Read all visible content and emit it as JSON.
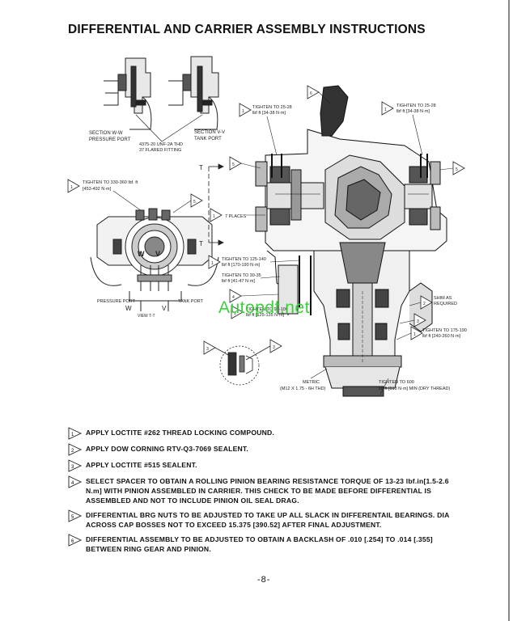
{
  "document": {
    "title": "DIFFERENTIAL AND CARRIER ASSEMBLY INSTRUCTIONS",
    "page_number": "-8-",
    "watermark": "Autopdf.net"
  },
  "figure": {
    "section_ww": "SECTION W-W",
    "pressure_port_top": "PRESSURE PORT",
    "fitting_spec_line1": "4375-20 UNF-2A THD",
    "fitting_spec_line2": "37 FLARED FITTING",
    "section_vv": "SECTION V-V",
    "tank_port_top": "TANK PORT",
    "tighten_330": "TIGHTEN TO 330-360 lbf. ft",
    "tighten_330_metric": "[453-492 N·m]",
    "pressure_port": "PRESSURE PORT",
    "tank_port": "TANK PORT",
    "w_label": "W",
    "v_label": "V",
    "view_label": "VIEW T-T",
    "tighten_25_left": "TIGHTEN TO 25-28",
    "tighten_25_left_unit": "lbf ft  [34-38 N·m]",
    "tighten_25_right": "TIGHTEN TO 25-28",
    "tighten_25_right_unit": "lbf ft  [34-38 N·m]",
    "t_top": "T",
    "t_bottom": "T",
    "places": "7 PLACES",
    "tighten_125": "TIGHTEN TO 125-140",
    "tighten_125_unit": "lbf ft [170-190 N·m]",
    "tighten_30": "TIGHTEN TO 30-35",
    "tighten_30_unit": "lbf ft [41-47 N·m]",
    "tighten_90_line1": "TIGHTEN TO 90-100",
    "tighten_90_line2": "lbf ft [125-135 N·m]",
    "shim": "SHIM AS",
    "shim2": "REQUIRED",
    "tighten_175": "TIGHTEN TO 175-190",
    "tighten_175_unit": "lbf ft  [240-260 N·m]",
    "metric": "METRIC",
    "metric_thread": "(M12 X 1.75 - 6H THD)",
    "tighten_600": "TIGHTEN TO 600",
    "tighten_600_unit": "lbf ft  [813 N·m] MIN (DRY THREAD)",
    "callouts": [
      "1",
      "2",
      "3",
      "4",
      "5",
      "6"
    ]
  },
  "notes": [
    {
      "num": "1",
      "text": "APPLY LOCTITE #262 THREAD LOCKING COMPOUND."
    },
    {
      "num": "2",
      "text": "APPLY DOW CORNING RTV-Q3-7069 SEALENT."
    },
    {
      "num": "3",
      "text": "APPLY LOCTITE #515 SEALENT."
    },
    {
      "num": "4",
      "text": "SELECT SPACER TO OBTAIN A ROLLING PINION BEARING RESISTANCE TORQUE OF 13-23 lbf.in[1.5-2.6 N.m] WITH PINION ASSEMBLED IN CARRIER. THIS CHECK TO BE MADE BEFORE DIFFERENTIAL IS ASSEMBLED AND NOT TO INCLUDE PINION OIL SEAL DRAG."
    },
    {
      "num": "5",
      "text": "DIFFERENTIAL BRG NUTS TO BE ADJUSTED TO TAKE UP ALL SLACK IN DIFFERENTAIL BEARINGS. DIA ACROSS CAP BOSSES NOT TO EXCEED 15.375 [390.52] AFTER FINAL ADJUSTMENT."
    },
    {
      "num": "6",
      "text": "DIFFERENTIAL ASSEMBLY TO BE ADJUSTED TO OBTAIN A BACKLASH OF .010 [.254] TO .014 [.355] BETWEEN RING GEAR AND PINION."
    }
  ]
}
